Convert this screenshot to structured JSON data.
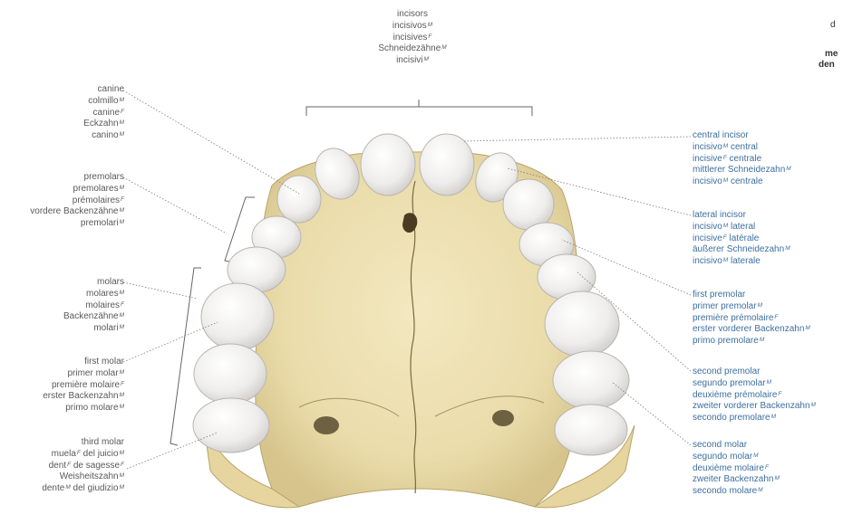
{
  "labels": {
    "incisors": [
      {
        "t": "incisors",
        "g": ""
      },
      {
        "t": "incisivos",
        "g": "M"
      },
      {
        "t": "incisives",
        "g": "F"
      },
      {
        "t": "Schneidezähne",
        "g": "M"
      },
      {
        "t": "incisivi",
        "g": "M"
      }
    ],
    "canine": [
      {
        "t": "canine",
        "g": ""
      },
      {
        "t": "colmillo",
        "g": "M"
      },
      {
        "t": "canine",
        "g": "F"
      },
      {
        "t": "Eckzahn",
        "g": "M"
      },
      {
        "t": "canino",
        "g": "M"
      }
    ],
    "premolars": [
      {
        "t": "premolars",
        "g": ""
      },
      {
        "t": "premolares",
        "g": "M"
      },
      {
        "t": "prémolaires",
        "g": "F"
      },
      {
        "t": "vordere Backenzähne",
        "g": "M"
      },
      {
        "t": "premolari",
        "g": "M"
      }
    ],
    "molars": [
      {
        "t": "molars",
        "g": ""
      },
      {
        "t": "molares",
        "g": "M"
      },
      {
        "t": "molaires",
        "g": "F"
      },
      {
        "t": "Backenzähne",
        "g": "M"
      },
      {
        "t": "molari",
        "g": "M"
      }
    ],
    "first_molar": [
      {
        "t": "first molar",
        "g": ""
      },
      {
        "t": "primer molar",
        "g": "M"
      },
      {
        "t": "première molaire",
        "g": "F"
      },
      {
        "t": "erster Backenzahn",
        "g": "M"
      },
      {
        "t": "primo molare",
        "g": "M"
      }
    ],
    "third_molar": [
      {
        "t": "third molar",
        "g": ""
      },
      {
        "t": "muela",
        "g": "F",
        "after": " del juicio",
        "g2": "M"
      },
      {
        "t": "dent",
        "g": "F",
        "after": " de sagesse",
        "g2": "F"
      },
      {
        "t": "Weisheitszahn",
        "g": "M"
      },
      {
        "t": "dente",
        "g": "M",
        "after": " del giudizio",
        "g2": "M"
      }
    ],
    "central_incisor": [
      {
        "t": "central incisor",
        "g": ""
      },
      {
        "t": "incisivo",
        "g": "M",
        "after": " central"
      },
      {
        "t": "incisive",
        "g": "F",
        "after": " centrale"
      },
      {
        "t": "mittlerer Schneidezahn",
        "g": "M"
      },
      {
        "t": "incisivo",
        "g": "M",
        "after": " centrale"
      }
    ],
    "lateral_incisor": [
      {
        "t": "lateral incisor",
        "g": ""
      },
      {
        "t": "incisivo",
        "g": "M",
        "after": " lateral"
      },
      {
        "t": "incisive",
        "g": "F",
        "after": " latérale"
      },
      {
        "t": "äußerer Schneidezahn",
        "g": "M"
      },
      {
        "t": "incisivo",
        "g": "M",
        "after": " laterale"
      }
    ],
    "first_premolar": [
      {
        "t": "first premolar",
        "g": ""
      },
      {
        "t": "primer premolar",
        "g": "M"
      },
      {
        "t": "première prémolaire",
        "g": "F"
      },
      {
        "t": "erster vorderer Backenzahn",
        "g": "M"
      },
      {
        "t": "primo premolare",
        "g": "M"
      }
    ],
    "second_premolar": [
      {
        "t": "second premolar",
        "g": ""
      },
      {
        "t": "segundo premolar",
        "g": "M"
      },
      {
        "t": "deuxième prémolaire",
        "g": "F"
      },
      {
        "t": "zweiter vorderer Backenzahn",
        "g": "M"
      },
      {
        "t": "secondo premolare",
        "g": "M"
      }
    ],
    "second_molar": [
      {
        "t": "second molar",
        "g": ""
      },
      {
        "t": "segundo molar",
        "g": "M"
      },
      {
        "t": "deuxième molaire",
        "g": "F"
      },
      {
        "t": "zweiter Backenzahn",
        "g": "M"
      },
      {
        "t": "secondo molare",
        "g": "M"
      }
    ]
  },
  "edge_fragments": [
    "d",
    "me",
    "den"
  ],
  "colors": {
    "label_gray": "#58595b",
    "label_blue": "#3d6fa0",
    "bone": "#eee1b4",
    "bone_shadow": "#d9c993",
    "tooth": "#f1f0ee",
    "leader": "#7a7a7a"
  }
}
